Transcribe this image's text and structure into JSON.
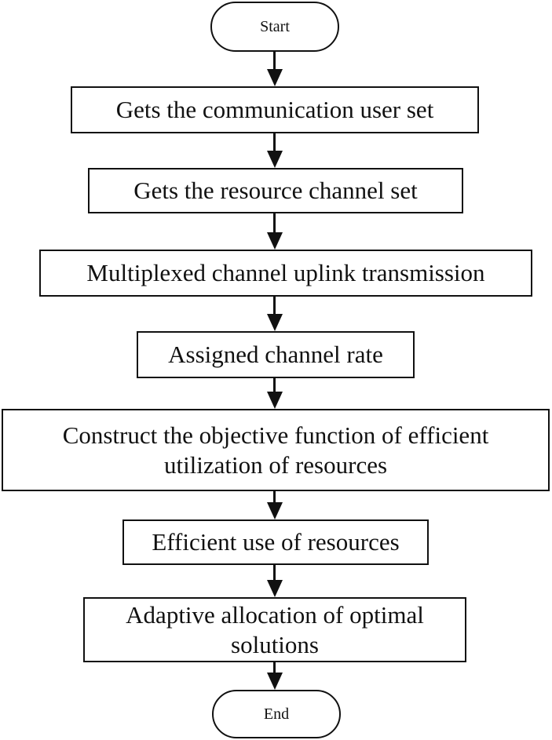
{
  "flowchart": {
    "start": "Start",
    "end": "End",
    "steps": [
      {
        "lines": [
          "Gets the communication user set"
        ]
      },
      {
        "lines": [
          "Gets the resource channel set"
        ]
      },
      {
        "lines": [
          "Multiplexed channel uplink transmission"
        ]
      },
      {
        "lines": [
          "Assigned channel rate"
        ]
      },
      {
        "lines": [
          "Construct the objective function of efficient",
          "utilization of resources"
        ]
      },
      {
        "lines": [
          "Efficient use of resources"
        ]
      },
      {
        "lines": [
          "Adaptive allocation of optimal",
          "solutions"
        ]
      }
    ]
  }
}
